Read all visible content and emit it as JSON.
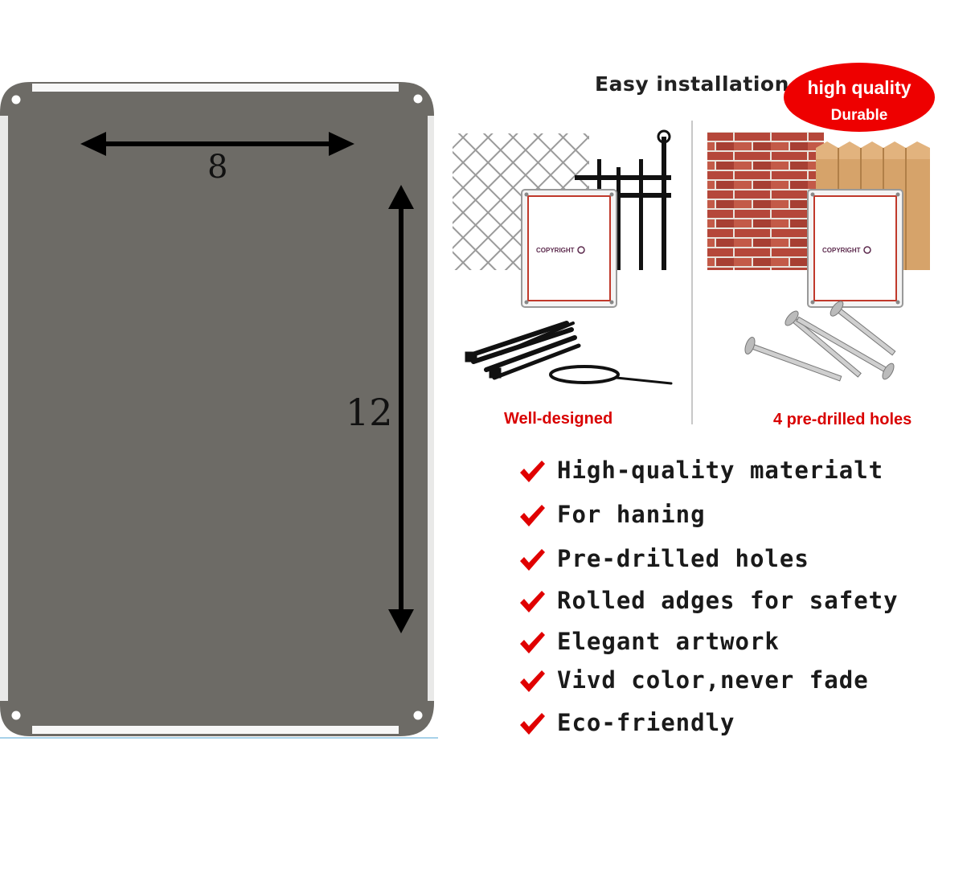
{
  "sign": {
    "width_label": "8",
    "height_label": "12",
    "color": "#6d6b66"
  },
  "installation": {
    "title": "Easy installation",
    "badge": {
      "line1": "high quality",
      "line2": "Durable",
      "color": "#ee0000"
    },
    "left_panel": {
      "caption": "Well-designed",
      "sign_text": "COPYRIGHT"
    },
    "right_panel": {
      "caption": "4 pre-drilled holes",
      "sign_text": "COPYRIGHT"
    }
  },
  "features": [
    "High-quality materialt",
    "For haning",
    "Pre-drilled holes",
    "Rolled adges for safety",
    "Elegant artwork",
    "Vivd color,never fade",
    "Eco-friendly"
  ],
  "icons": {
    "check": "red-check-icon"
  }
}
